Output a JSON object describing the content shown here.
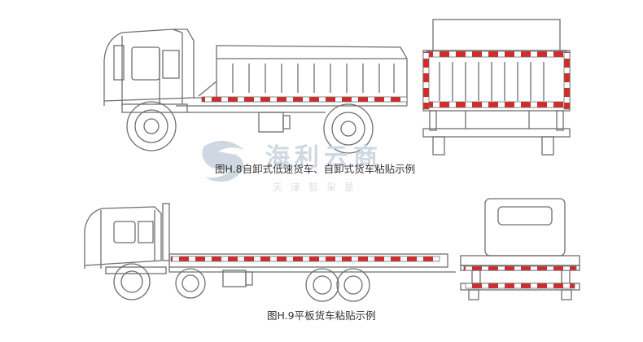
{
  "captions": {
    "figure_h8": "图H.8自卸式低速货车、自卸式货车粘贴示例",
    "figure_h9": "图H.9平板货车粘贴示例"
  },
  "watermark": {
    "brand": "海利云商",
    "subtitle": "天津智采星"
  },
  "colors": {
    "line": "#6f6f6f",
    "reflective_red": "#d42a2a",
    "reflective_white": "#ffffff",
    "watermark": "#cfd8e2"
  }
}
